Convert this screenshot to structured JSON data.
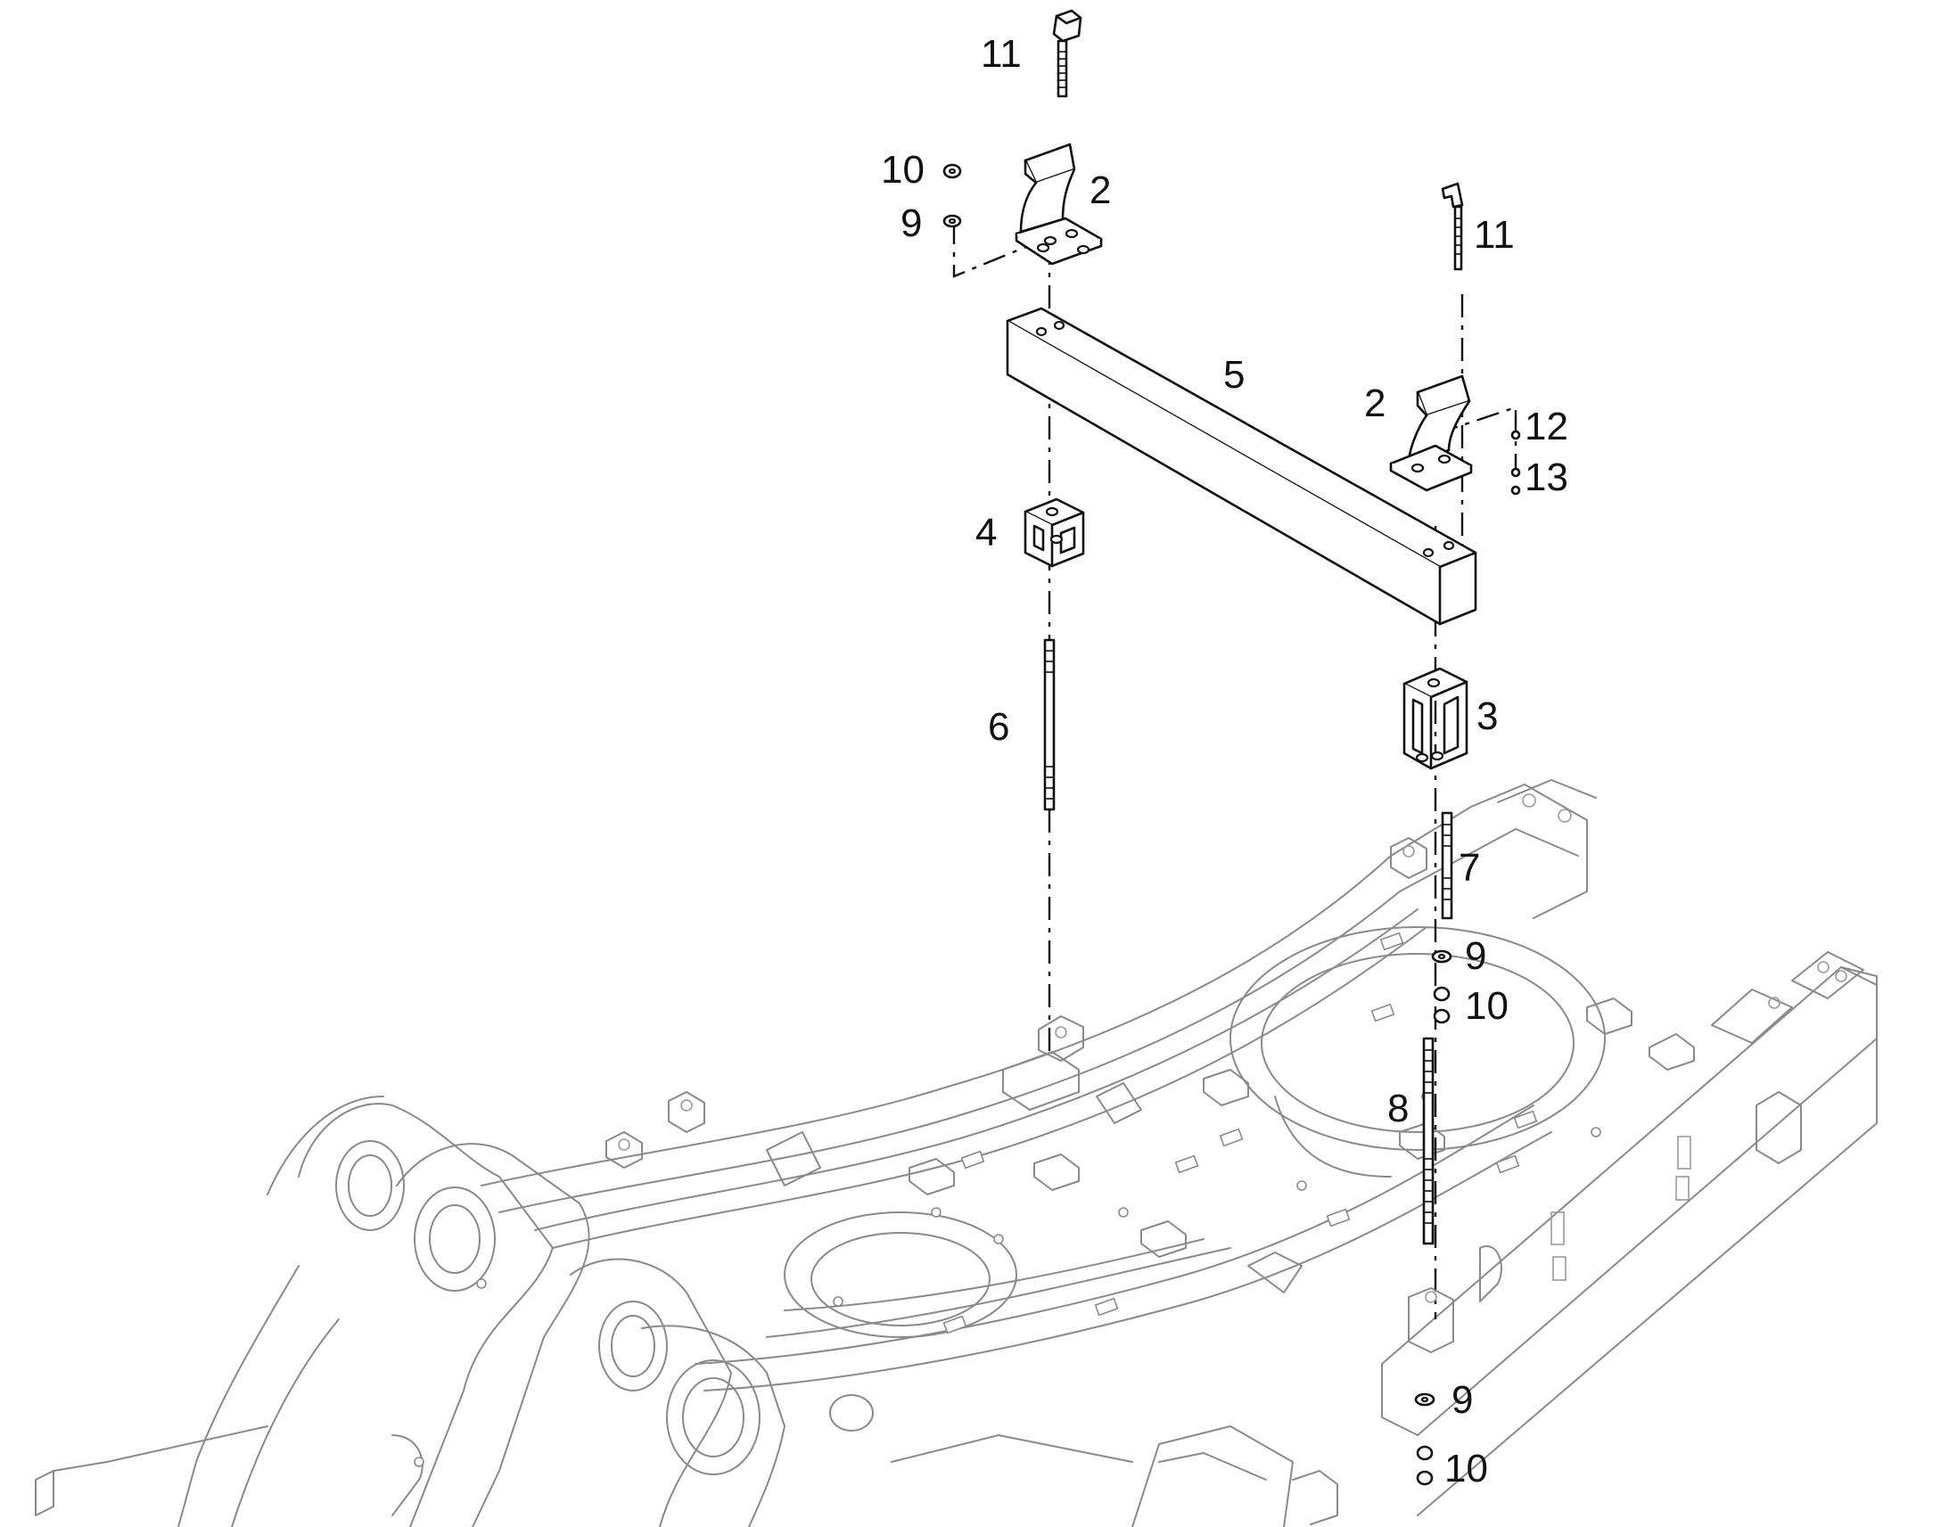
{
  "callouts": {
    "c11a": "11",
    "c10a": "10",
    "c9a": "9",
    "c2a": "2",
    "c11b": "11",
    "c5": "5",
    "c2b": "2",
    "c12": "12",
    "c13": "13",
    "c4": "4",
    "c3": "3",
    "c6": "6",
    "c7": "7",
    "c9b": "9",
    "c10b": "10",
    "c8": "8",
    "c9c": "9",
    "c10c": "10"
  }
}
